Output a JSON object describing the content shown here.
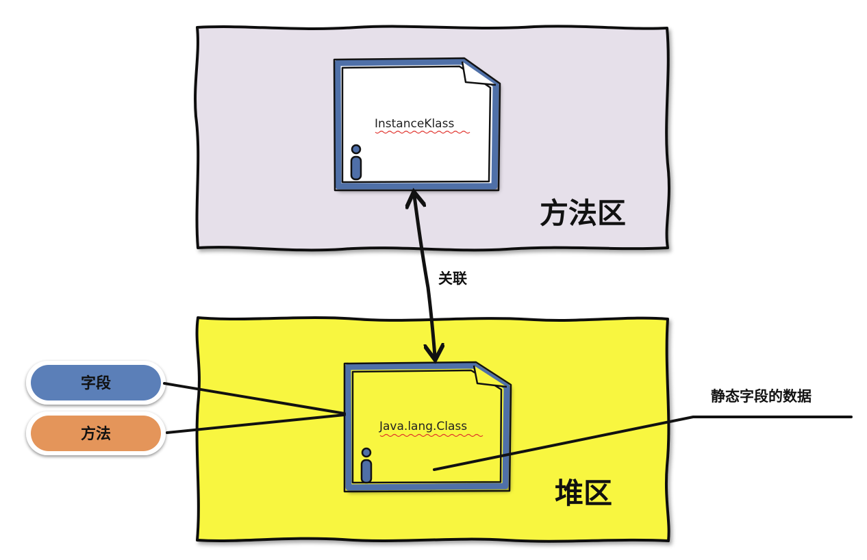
{
  "method_area": {
    "label": "方法区",
    "fill": "#e6e0ea",
    "object_label": "InstanceKlass"
  },
  "heap_area": {
    "label": "堆区",
    "fill": "#f8f641",
    "object_label": "Java.lang.Class"
  },
  "association": {
    "label": "关联"
  },
  "pills": {
    "field": {
      "label": "字段",
      "fill": "#5b7fb8"
    },
    "method": {
      "label": "方法",
      "fill": "#e4955a"
    }
  },
  "static_data": {
    "label": "静态字段的数据"
  },
  "colors": {
    "doc_border": "#4f6fa8",
    "outline": "#111111"
  },
  "icons": [
    "document-icon",
    "info-icon",
    "double-arrow-icon"
  ]
}
